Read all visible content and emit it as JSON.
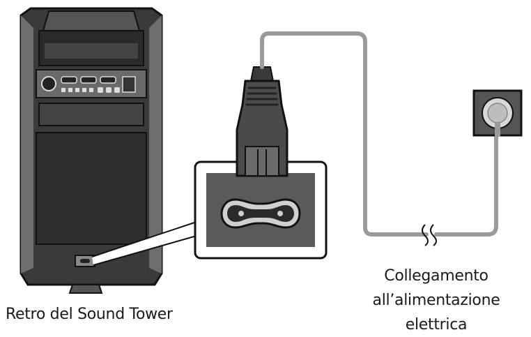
{
  "captions": {
    "device_back": "Retro del Sound Tower",
    "power_line1": "Collegamento",
    "power_line2": "all’alimentazione",
    "power_line3": "elettrica"
  },
  "colors": {
    "body_dark": "#2e2e2e",
    "body_mid": "#4a4a4a",
    "body_light": "#7a7a7a",
    "panel_dark": "#3a3a3a",
    "inset_bg": "#5a5a5a",
    "cable": "#9a9a9a",
    "outline": "#111111"
  }
}
